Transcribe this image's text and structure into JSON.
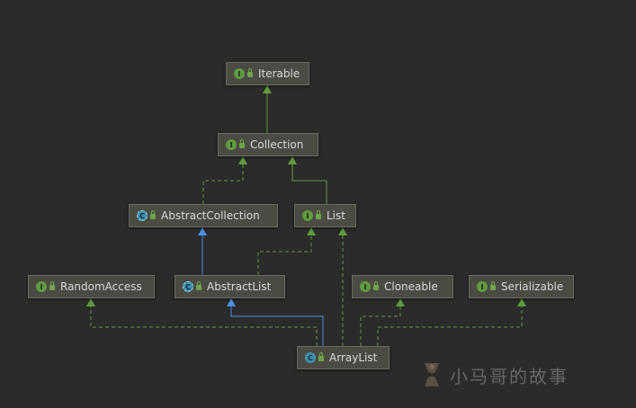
{
  "diagram": {
    "nodes": [
      {
        "id": "iterable",
        "label": "Iterable",
        "kind": "interface",
        "badge": "I"
      },
      {
        "id": "collection",
        "label": "Collection",
        "kind": "interface",
        "badge": "I"
      },
      {
        "id": "abstractcollection",
        "label": "AbstractCollection",
        "kind": "abstract-class",
        "badge": "C"
      },
      {
        "id": "list",
        "label": "List",
        "kind": "interface",
        "badge": "I"
      },
      {
        "id": "randomaccess",
        "label": "RandomAccess",
        "kind": "interface",
        "badge": "I"
      },
      {
        "id": "abstractlist",
        "label": "AbstractList",
        "kind": "abstract-class",
        "badge": "C"
      },
      {
        "id": "cloneable",
        "label": "Cloneable",
        "kind": "interface",
        "badge": "I"
      },
      {
        "id": "serializable",
        "label": "Serializable",
        "kind": "interface",
        "badge": "I"
      },
      {
        "id": "arraylist",
        "label": "ArrayList",
        "kind": "class",
        "badge": "C"
      }
    ],
    "edges": [
      {
        "from": "collection",
        "to": "iterable",
        "type": "extends"
      },
      {
        "from": "abstractcollection",
        "to": "collection",
        "type": "implements"
      },
      {
        "from": "list",
        "to": "collection",
        "type": "extends"
      },
      {
        "from": "abstractlist",
        "to": "abstractcollection",
        "type": "extends"
      },
      {
        "from": "abstractlist",
        "to": "list",
        "type": "implements"
      },
      {
        "from": "arraylist",
        "to": "abstractlist",
        "type": "extends"
      },
      {
        "from": "arraylist",
        "to": "list",
        "type": "implements"
      },
      {
        "from": "arraylist",
        "to": "randomaccess",
        "type": "implements"
      },
      {
        "from": "arraylist",
        "to": "cloneable",
        "type": "implements"
      },
      {
        "from": "arraylist",
        "to": "serializable",
        "type": "implements"
      }
    ],
    "colors": {
      "interface_edge": "#5f9b3f",
      "class_edge": "#4a8fe0",
      "background": "#2b2b2b",
      "node_fill": "#4b4b43"
    },
    "lock_icon": "public-lock-icon"
  },
  "watermark": {
    "text": "小马哥的故事",
    "logo_icon": "hourglass-logo-icon"
  }
}
